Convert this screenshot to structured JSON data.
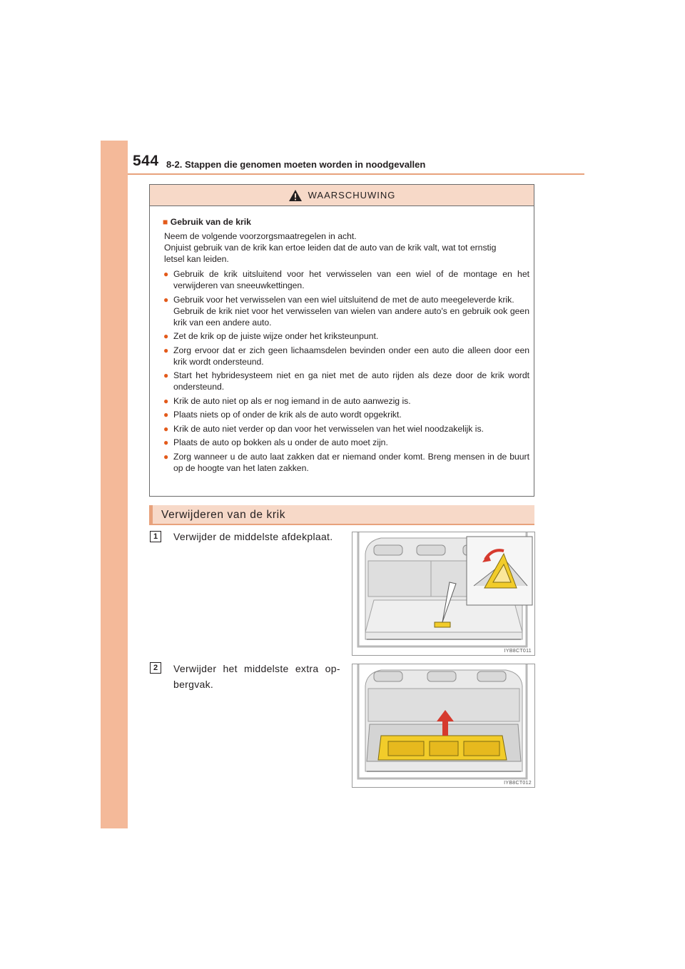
{
  "header": {
    "page_number": "544",
    "section": "8-2. Stappen die genomen moeten worden in noodgevallen"
  },
  "warning": {
    "label": "WAARSCHUWING",
    "subheading": "Gebruik van de krik",
    "intro_1": "Neem de volgende voorzorgsmaatregelen in acht.",
    "intro_2": "Onjuist gebruik van de krik kan ertoe leiden dat de auto van de krik valt, wat tot ernstig",
    "intro_3": "letsel kan leiden.",
    "bullets": [
      "Gebruik de krik uitsluitend voor het verwisselen van een wiel of de montage en het verwijderen van sneeuwkettingen.",
      "Gebruik voor het verwisselen van een wiel uitsluitend de met de auto meegeleverde krik.",
      "Gebruik de krik niet voor het verwisselen van wielen van andere auto's en gebruik ook geen krik van een andere auto.",
      "Zet de krik op de juiste wijze onder het kriksteunpunt.",
      "Zorg ervoor dat er zich geen lichaamsdelen bevinden onder een auto die alleen door een krik wordt ondersteund.",
      "Start het hybridesysteem niet en ga niet met de auto rijden als deze door de krik wordt ondersteund.",
      "Krik de auto niet op als er nog iemand in de auto aanwezig is.",
      "Plaats niets op of onder de krik als de auto wordt opgekrikt.",
      "Krik de auto niet verder op dan voor het verwisselen van het wiel noodzakelijk is.",
      "Plaats de auto op bokken als u onder de auto moet zijn.",
      "Zorg wanneer u de auto laat zakken dat er niemand onder komt. Breng mensen in de buurt op de hoogte van het laten zakken."
    ]
  },
  "subsection": {
    "title": "Verwijderen van de krik"
  },
  "steps": [
    {
      "number": "1",
      "text": "Verwijder de middelste afdekplaat.",
      "figure_code": "IYB8CT011"
    },
    {
      "number": "2",
      "text_1": "Verwijder het middelste extra op-",
      "text_2": "bergvak.",
      "figure_code": "IYB8CT012"
    }
  ],
  "colors": {
    "accent": "#e35a1a",
    "band": "#f4b999",
    "header_fill": "#f7d9c8",
    "part_yellow": "#f2cc2a"
  }
}
